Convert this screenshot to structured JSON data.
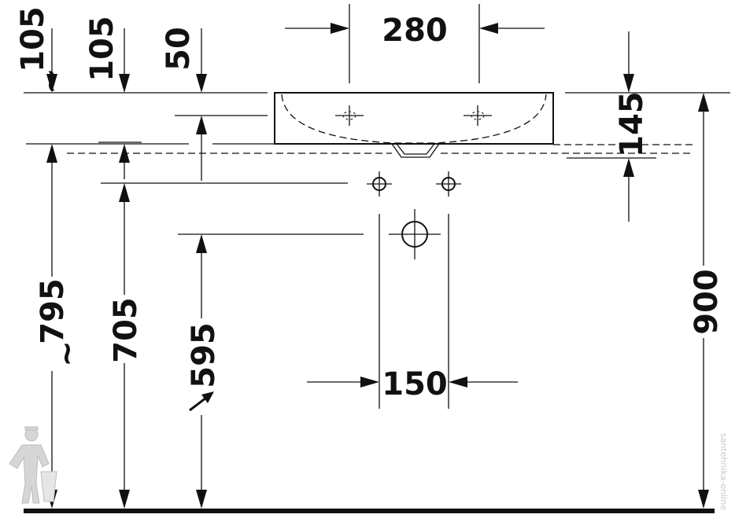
{
  "dimensions": {
    "d105_left": "105",
    "d105_mid": "105",
    "d50": "50",
    "d280": "280",
    "d145": "145",
    "d795": "795",
    "d705": "705",
    "d595": "595",
    "d150": "150",
    "d900": "900"
  },
  "approx_mark": "~",
  "watermark": "santehnika-online"
}
